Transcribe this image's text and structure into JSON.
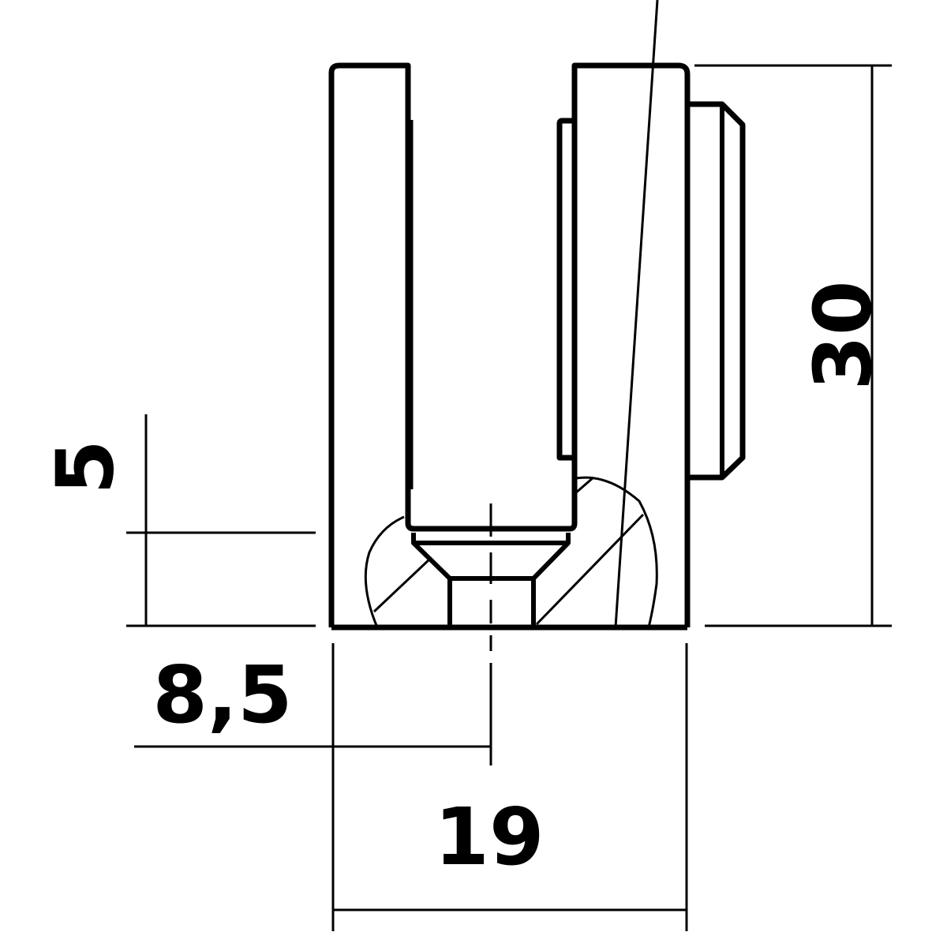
{
  "drawing": {
    "type": "technical-section-drawing",
    "subject": "glass clamp profile",
    "line_color": "#000000",
    "background": "#ffffff"
  },
  "dimensions": {
    "height": "30",
    "width": "19",
    "center_offset": "8,5",
    "base_thickness": "5"
  }
}
